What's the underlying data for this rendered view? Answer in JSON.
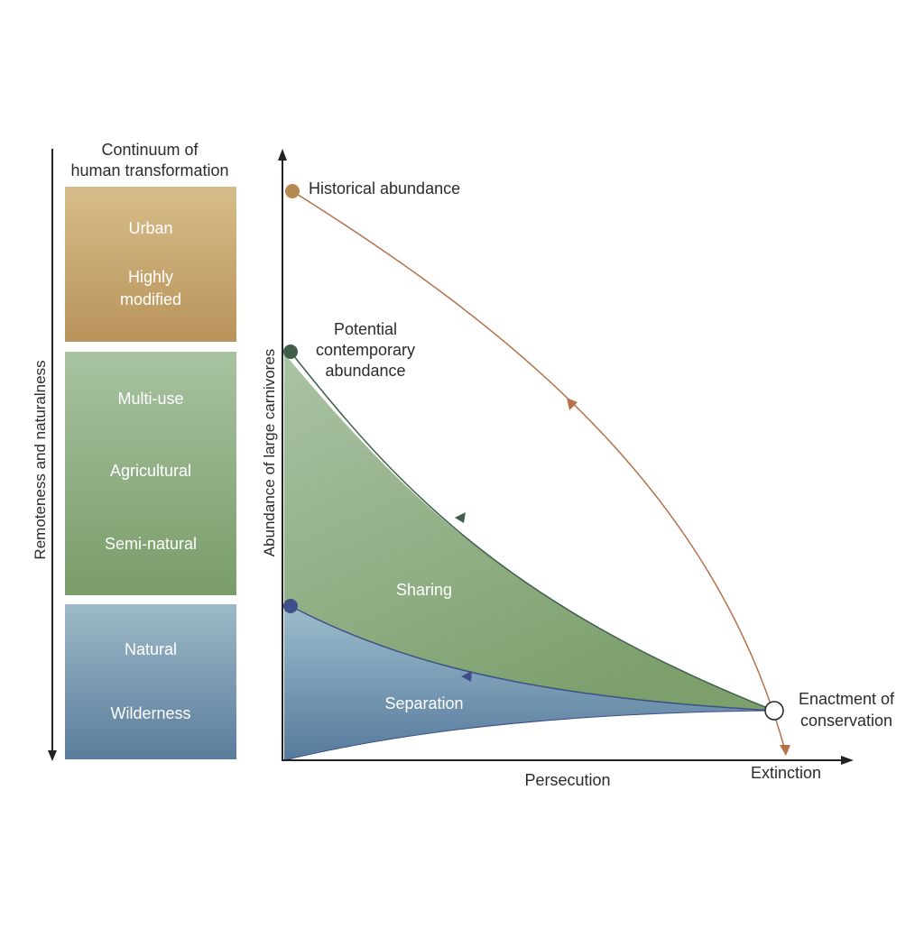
{
  "continuum": {
    "title_line1": "Continuum of",
    "title_line2": "human transformation",
    "side_label": "Remoteness and naturalness",
    "blocks": [
      {
        "labels": [
          "Urban",
          "Highly",
          "modified"
        ],
        "color_top": "#d6bd8a",
        "color_bottom": "#b9935a"
      },
      {
        "labels": [
          "Multi-use",
          "Agricultural",
          "Semi-natural"
        ],
        "color_top": "#a8c3a0",
        "color_bottom": "#7a9c6a"
      },
      {
        "labels": [
          "Natural",
          "Wilderness"
        ],
        "color_top": "#9dbac7",
        "color_bottom": "#5b7c9c"
      }
    ]
  },
  "diagram": {
    "y_axis_label": "Abundance of large carnivores",
    "x_axis_label": "Persecution",
    "x_end_label": "Extinction",
    "points": {
      "historical": {
        "label": "Historical abundance",
        "color": "#b58a52"
      },
      "potential": {
        "line1": "Potential",
        "line2": "contemporary",
        "line3": "abundance",
        "color": "#3f5e49"
      },
      "separation_start": {
        "color": "#3e4f8a"
      },
      "enactment": {
        "line1": "Enactment of",
        "line2": "conservation"
      }
    },
    "regions": {
      "sharing": {
        "label": "Sharing",
        "color_top": "#aac3a4",
        "color_bottom": "#7c9f6c"
      },
      "separation": {
        "label": "Separation",
        "color_top": "#9dbdcc",
        "color_bottom": "#567a9c"
      }
    },
    "colors": {
      "historical_curve": "#b5714a",
      "sharing_curve": "#3f5e49",
      "separation_curve": "#3e4f8a",
      "axis": "#222222"
    }
  }
}
